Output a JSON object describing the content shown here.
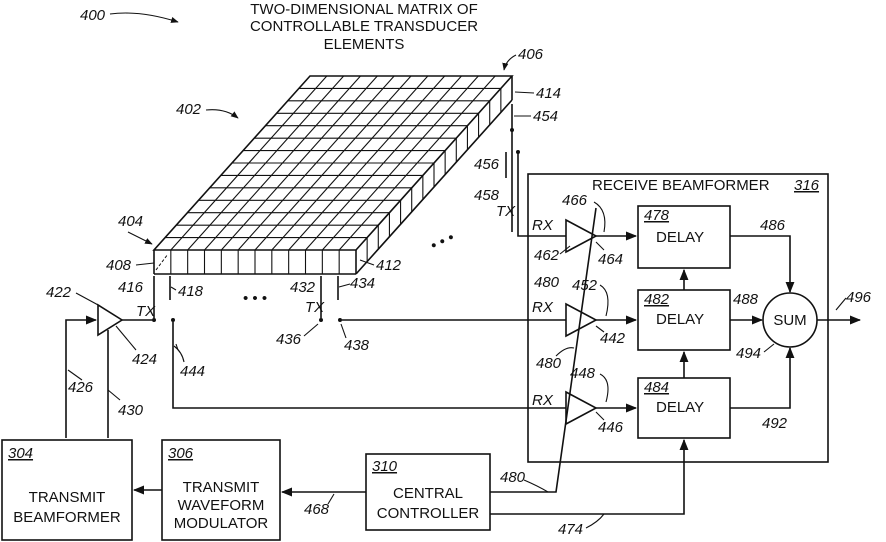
{
  "title": {
    "line1": "TWO-DIMENSIONAL MATRIX OF",
    "line2": "CONTROLLABLE TRANSDUCER",
    "line3": "ELEMENTS"
  },
  "refs": {
    "r400": "400",
    "r402": "402",
    "r404": "404",
    "r406": "406",
    "r408": "408",
    "r412": "412",
    "r414": "414",
    "r416": "416",
    "r418": "418",
    "r422": "422",
    "r424": "424",
    "r426": "426",
    "r430": "430",
    "r432": "432",
    "r434": "434",
    "r436": "436",
    "r438": "438",
    "r442": "442",
    "r444": "444",
    "r446": "446",
    "r448": "448",
    "r452": "452",
    "r454": "454",
    "r456": "456",
    "r458": "458",
    "r462": "462",
    "r464": "464",
    "r466": "466",
    "r468": "468",
    "r474": "474",
    "r478": "478",
    "r480a": "480",
    "r480b": "480",
    "r480c": "480",
    "r482": "482",
    "r484": "484",
    "r486": "486",
    "r488": "488",
    "r492": "492",
    "r494": "494",
    "r496": "496",
    "r304": "304",
    "r306": "306",
    "r310": "310",
    "r316": "316"
  },
  "labels": {
    "tx_left": "TX",
    "tx_mid": "TX",
    "tx_top": "TX",
    "rx1": "RX",
    "rx2": "RX",
    "rx3": "RX",
    "delay1": "DELAY",
    "delay2": "DELAY",
    "delay3": "DELAY",
    "sum": "SUM",
    "receive_beamformer": "RECEIVE BEAMFORMER",
    "transmit_beamformer_1": "TRANSMIT",
    "transmit_beamformer_2": "BEAMFORMER",
    "waveform_modulator_1": "TRANSMIT",
    "waveform_modulator_2": "WAVEFORM",
    "waveform_modulator_3": "MODULATOR",
    "central_controller_1": "CENTRAL",
    "central_controller_2": "CONTROLLER",
    "ellipsis": "• • •"
  }
}
